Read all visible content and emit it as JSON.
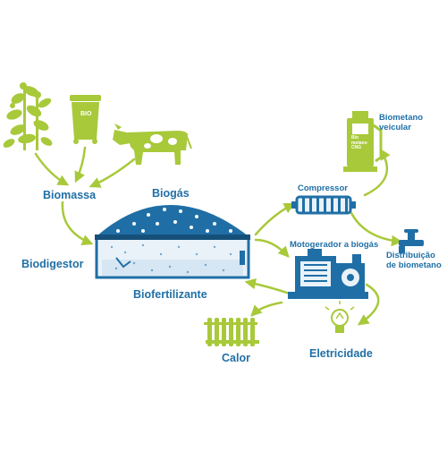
{
  "labels": {
    "biomassa": "Biomassa",
    "biogas": "Biogás",
    "biodigestor": "Biodigestor",
    "biofertilizante": "Biofertilizante",
    "compressor": "Compressor",
    "motogerador": "Motogerador a biogás",
    "biometano_veicular": "Biometano veicular",
    "distribuicao": "Distribuição de biometano",
    "calor": "Calor",
    "eletricidade": "Eletricidade",
    "bin_text": "BIO",
    "pump_text": "Bio metano CNG"
  },
  "colors": {
    "green": "#a8c93a",
    "blue": "#1f6fa6",
    "dark_blue": "#16507a",
    "light_blue": "#e9f2f9"
  }
}
